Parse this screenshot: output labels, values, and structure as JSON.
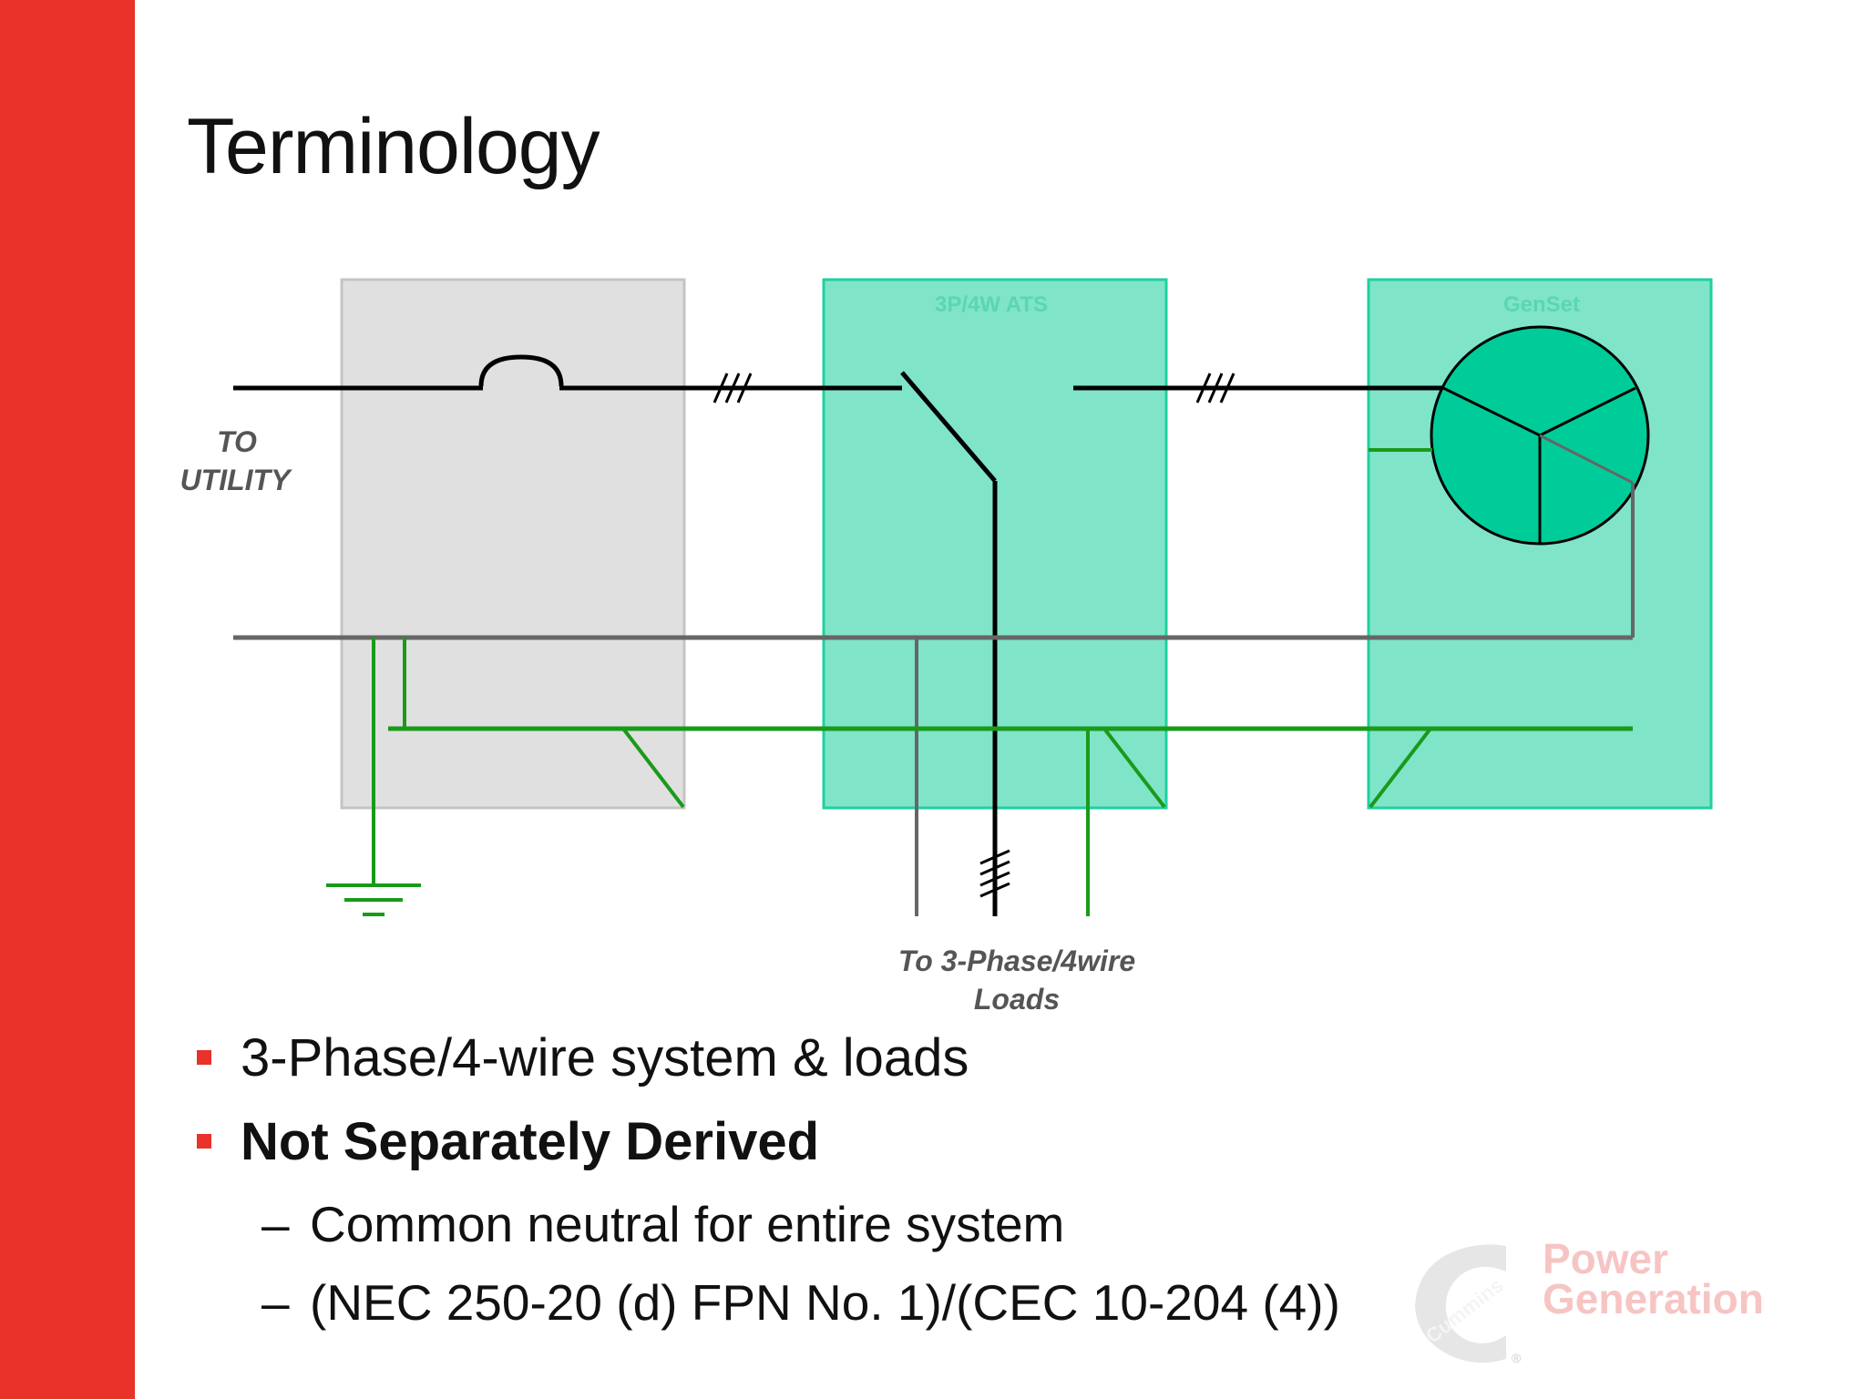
{
  "slide": {
    "title": "Terminology"
  },
  "diagram": {
    "to_utility_line1": "TO",
    "to_utility_line2": "UTILITY",
    "ats_label": "3P/4W ATS",
    "genset_label": "GenSet",
    "loads_line1": "To 3-Phase/4wire",
    "loads_line2": "Loads"
  },
  "bullets": [
    {
      "text": "3-Phase/4-wire system & loads",
      "bold": false
    },
    {
      "text": "Not Separately Derived",
      "bold": true
    }
  ],
  "sub_bullets": [
    {
      "dash": "–",
      "text": "Common neutral for entire system"
    },
    {
      "dash": "–",
      "text": "(NEC 250-20 (d) FPN No. 1)/(CEC 10-204 (4))"
    }
  ],
  "logo": {
    "mark_text": "Cummins",
    "brand_line1": "Power",
    "brand_line2": "Generation",
    "registered": "®"
  },
  "colors": {
    "accent_red": "#e8322a",
    "panel_gray": "#e0e0e0",
    "panel_green": "#80e4c9",
    "ground_green": "#1a9a1a",
    "genset_fill": "#00cc99"
  }
}
